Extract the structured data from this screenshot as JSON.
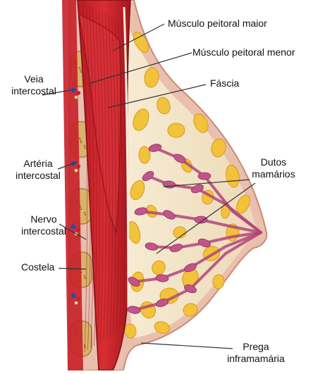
{
  "labels": {
    "pectoralis_major": "Músculo peitoral maior",
    "pectoralis_minor": "Músculo peitoral menor",
    "fascia": "Fáscia",
    "vein": [
      "Veia",
      "intercostal"
    ],
    "artery": [
      "Artéria",
      "intercostal"
    ],
    "nerve": [
      "Nervo",
      "intercostal"
    ],
    "rib": "Costela",
    "ducts": [
      "Dutos",
      "mamários"
    ],
    "fold": [
      "Prega",
      "inframamária"
    ]
  },
  "colors": {
    "muscle": "#c8202a",
    "muscle_dark": "#8e1218",
    "muscle_light": "#e0565a",
    "fat_lobule": "#f2c23a",
    "tissue": "#f3e6c9",
    "duct": "#b0457a",
    "rib": "#d9b26b",
    "skin": "#e7b6a4",
    "leader_line": "#333333"
  }
}
